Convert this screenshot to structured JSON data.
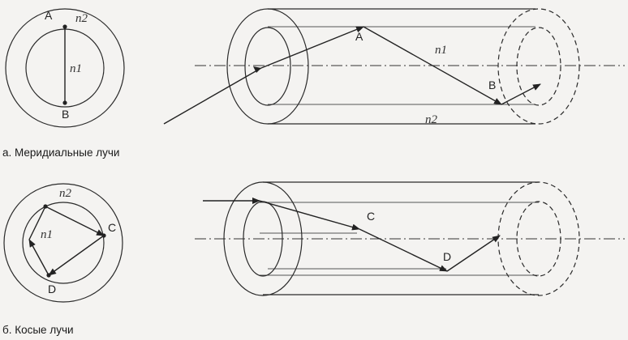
{
  "section_a": {
    "caption": "а. Меридиальные лучи",
    "cross_section": {
      "point_top": "A",
      "point_bottom": "B",
      "core_index": "n1",
      "cladding_index": "n2"
    },
    "fiber": {
      "point_1": "A",
      "point_2": "B",
      "core_index": "n1",
      "cladding_index": "n2"
    }
  },
  "section_b": {
    "caption": "б. Косые лучи",
    "cross_section": {
      "point_right": "C",
      "point_bottom": "D",
      "core_index": "n1",
      "cladding_index": "n2"
    },
    "fiber": {
      "point_1": "C",
      "point_2": "D"
    }
  }
}
